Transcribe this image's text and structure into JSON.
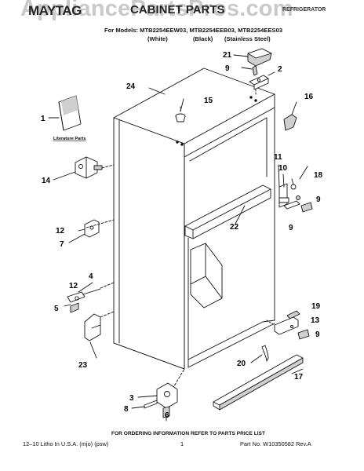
{
  "header": {
    "watermark": "AppliancePartsPros.com",
    "brand": "MAYTAG",
    "title": "CABINET PARTS",
    "corner_note": "REFRIGERATOR",
    "models_line": "For Models: MTB2254EEW03, MTB2254EEB03, MTB2254EES03",
    "variants": [
      "(White)",
      "(Black)",
      "(Stainless Steel)"
    ]
  },
  "diagram": {
    "literature_label": "Literature Parts",
    "callouts": [
      "1",
      "2",
      "3",
      "4",
      "5",
      "6",
      "7",
      "8",
      "9",
      "9",
      "9",
      "9",
      "10",
      "11",
      "12",
      "12",
      "13",
      "14",
      "15",
      "16",
      "17",
      "18",
      "19",
      "20",
      "21",
      "22",
      "23",
      "24"
    ]
  },
  "footer": {
    "ordering_note": "FOR ORDERING INFORMATION REFER TO PARTS PRICE LIST",
    "left": "12–10 Litho In U.S.A. (mjo) (psw)",
    "page": "1",
    "part_no": "Part No. W10350582 Rev.A"
  },
  "colors": {
    "line": "#111111",
    "shade": "#cfcfcf",
    "watermark": "#c9c9c9"
  }
}
